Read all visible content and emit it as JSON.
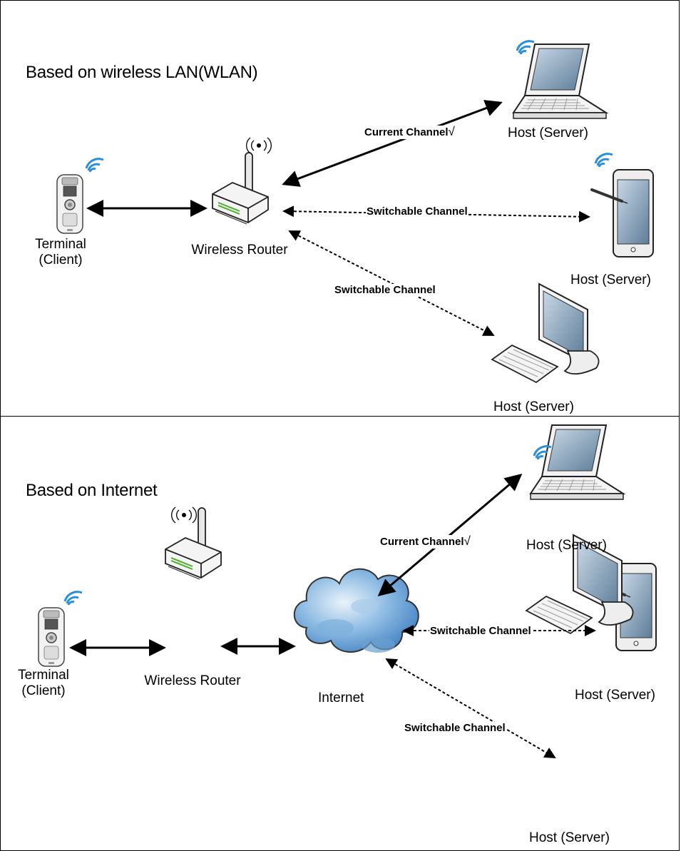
{
  "sections": [
    {
      "heading": "Based on wireless LAN(WLAN)",
      "terminal_label": "Terminal",
      "terminal_sublabel": "(Client)",
      "router_label": "Wireless Router",
      "hosts": [
        "Host (Server)",
        "Host (Server)",
        "Host (Server)"
      ],
      "channels": {
        "current": "Current Channel",
        "current_mark": "√",
        "switchable": "Switchable Channel"
      }
    },
    {
      "heading": "Based on Internet",
      "terminal_label": "Terminal",
      "terminal_sublabel": "(Client)",
      "router_label": "Wireless Router",
      "internet_label": "Internet",
      "hosts": [
        "Host (Server)",
        "Host (Server)",
        "Host (Server)"
      ],
      "channels": {
        "current": "Current Channel",
        "current_mark": "√",
        "switchable": "Switchable Channel"
      }
    }
  ],
  "colors": {
    "line": "#000000",
    "wifi": "#2b8fd9",
    "screen": "#6f8fa8",
    "router_led": "#4caf2a",
    "cloud": "#6fa8dc"
  }
}
